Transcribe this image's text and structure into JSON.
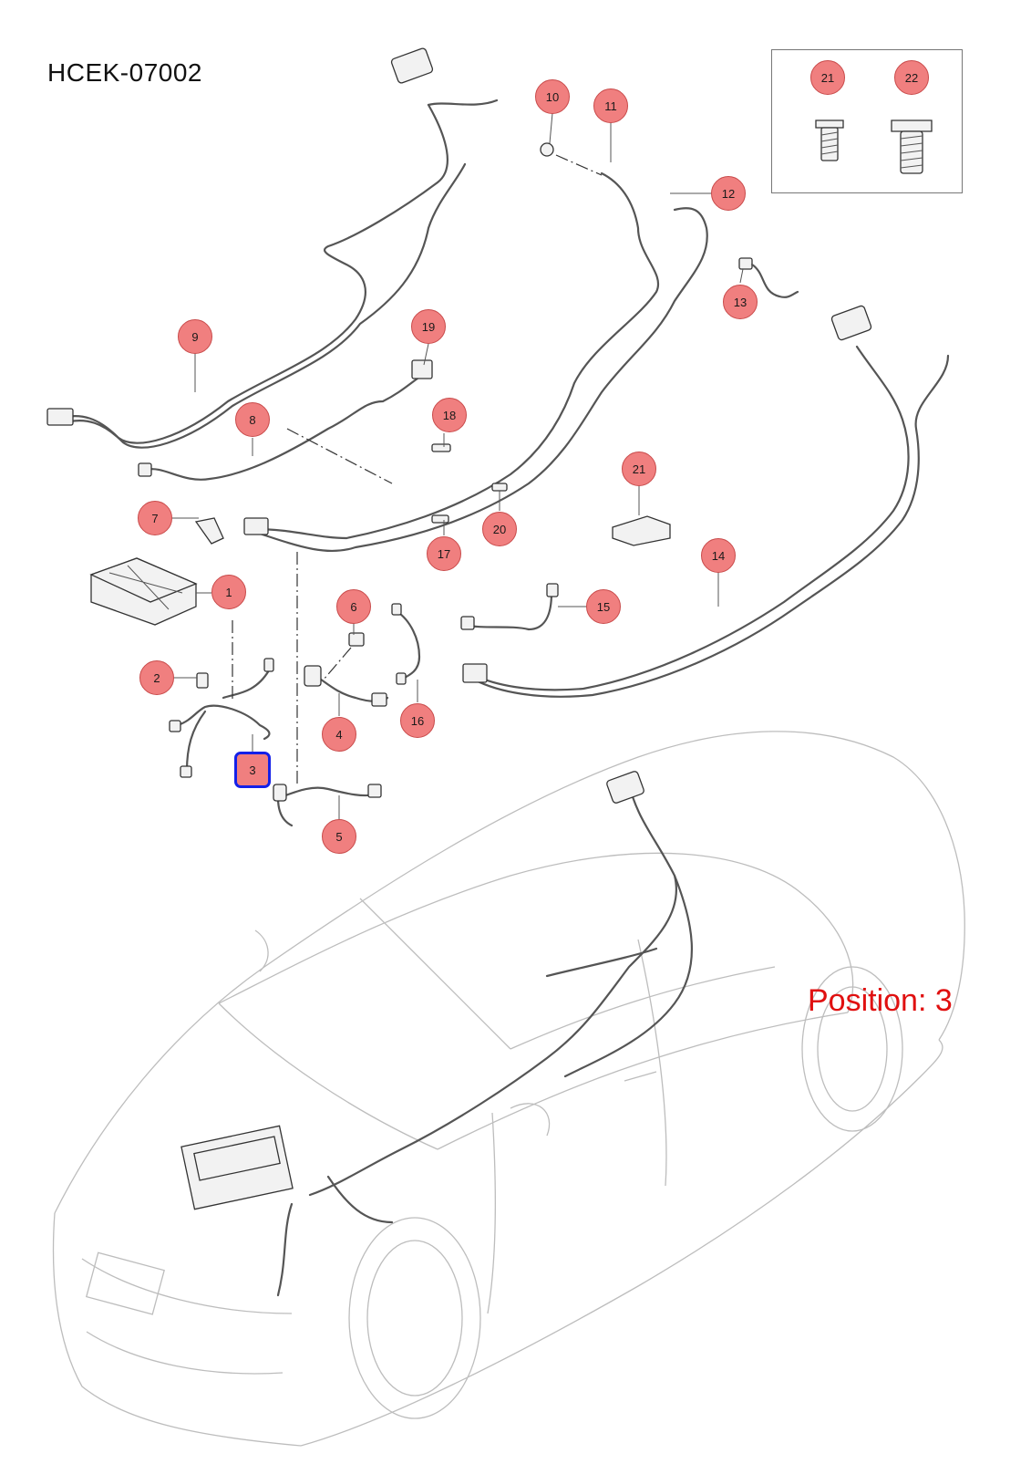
{
  "drawing_code": "HCEK-07002",
  "position_label": "Position: 3",
  "selected_callout": "3",
  "colors": {
    "callout_fill": "#f07f7f",
    "callout_border": "#c94b4b",
    "selection_highlight": "#1420e8",
    "position_text": "#e01010",
    "car_outline": "#bdbdbd"
  },
  "callouts": [
    {
      "id": "c1",
      "label": "1"
    },
    {
      "id": "c2",
      "label": "2"
    },
    {
      "id": "c3",
      "label": "3"
    },
    {
      "id": "c4",
      "label": "4"
    },
    {
      "id": "c5",
      "label": "5"
    },
    {
      "id": "c6",
      "label": "6"
    },
    {
      "id": "c7",
      "label": "7"
    },
    {
      "id": "c8",
      "label": "8"
    },
    {
      "id": "c9",
      "label": "9"
    },
    {
      "id": "c10",
      "label": "10"
    },
    {
      "id": "c11",
      "label": "11"
    },
    {
      "id": "c12",
      "label": "12"
    },
    {
      "id": "c13",
      "label": "13"
    },
    {
      "id": "c14",
      "label": "14"
    },
    {
      "id": "c15",
      "label": "15"
    },
    {
      "id": "c16",
      "label": "16"
    },
    {
      "id": "c17",
      "label": "17"
    },
    {
      "id": "c18",
      "label": "18"
    },
    {
      "id": "c19",
      "label": "19"
    },
    {
      "id": "c20",
      "label": "20"
    },
    {
      "id": "c21",
      "label": "21"
    },
    {
      "id": "c21b",
      "label": "21"
    },
    {
      "id": "c22",
      "label": "22"
    }
  ]
}
